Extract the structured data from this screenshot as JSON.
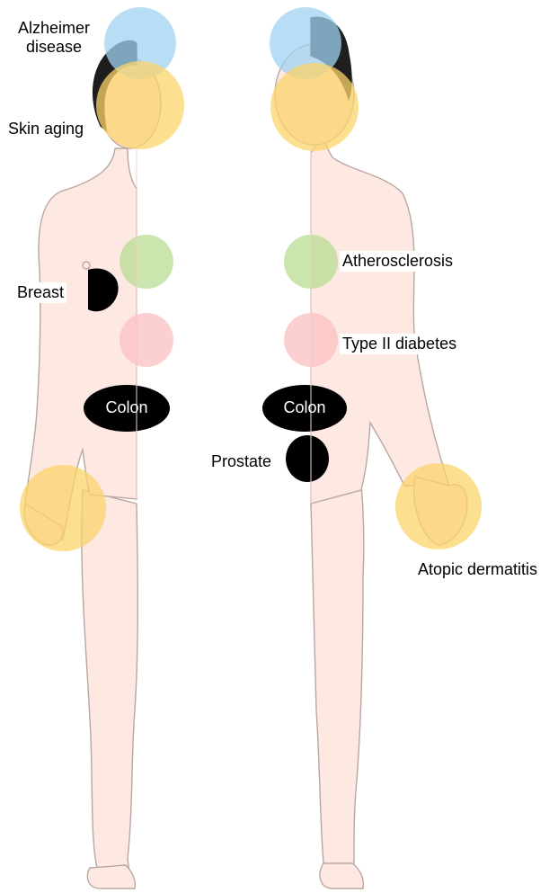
{
  "labels": {
    "alzheimer_line1": "Alzheimer",
    "alzheimer_line2": "disease",
    "skin_aging": "Skin aging",
    "breast": "Breast",
    "colon_female": "Colon",
    "colon_male": "Colon",
    "atherosclerosis": "Atherosclerosis",
    "type2_diabetes": "Type II diabetes",
    "prostate": "Prostate",
    "atopic_dermatitis": "Atopic dermatitis"
  },
  "colors": {
    "alzheimer": "#9fd3f2",
    "skin": "#fbd46a",
    "atherosclerosis": "#b8dc92",
    "diabetes": "#fbc0c0",
    "cancer": "#000000",
    "body_fill": "#fde8e2",
    "body_stroke": "#b9a7a2",
    "hair": "#1e1e1e"
  }
}
